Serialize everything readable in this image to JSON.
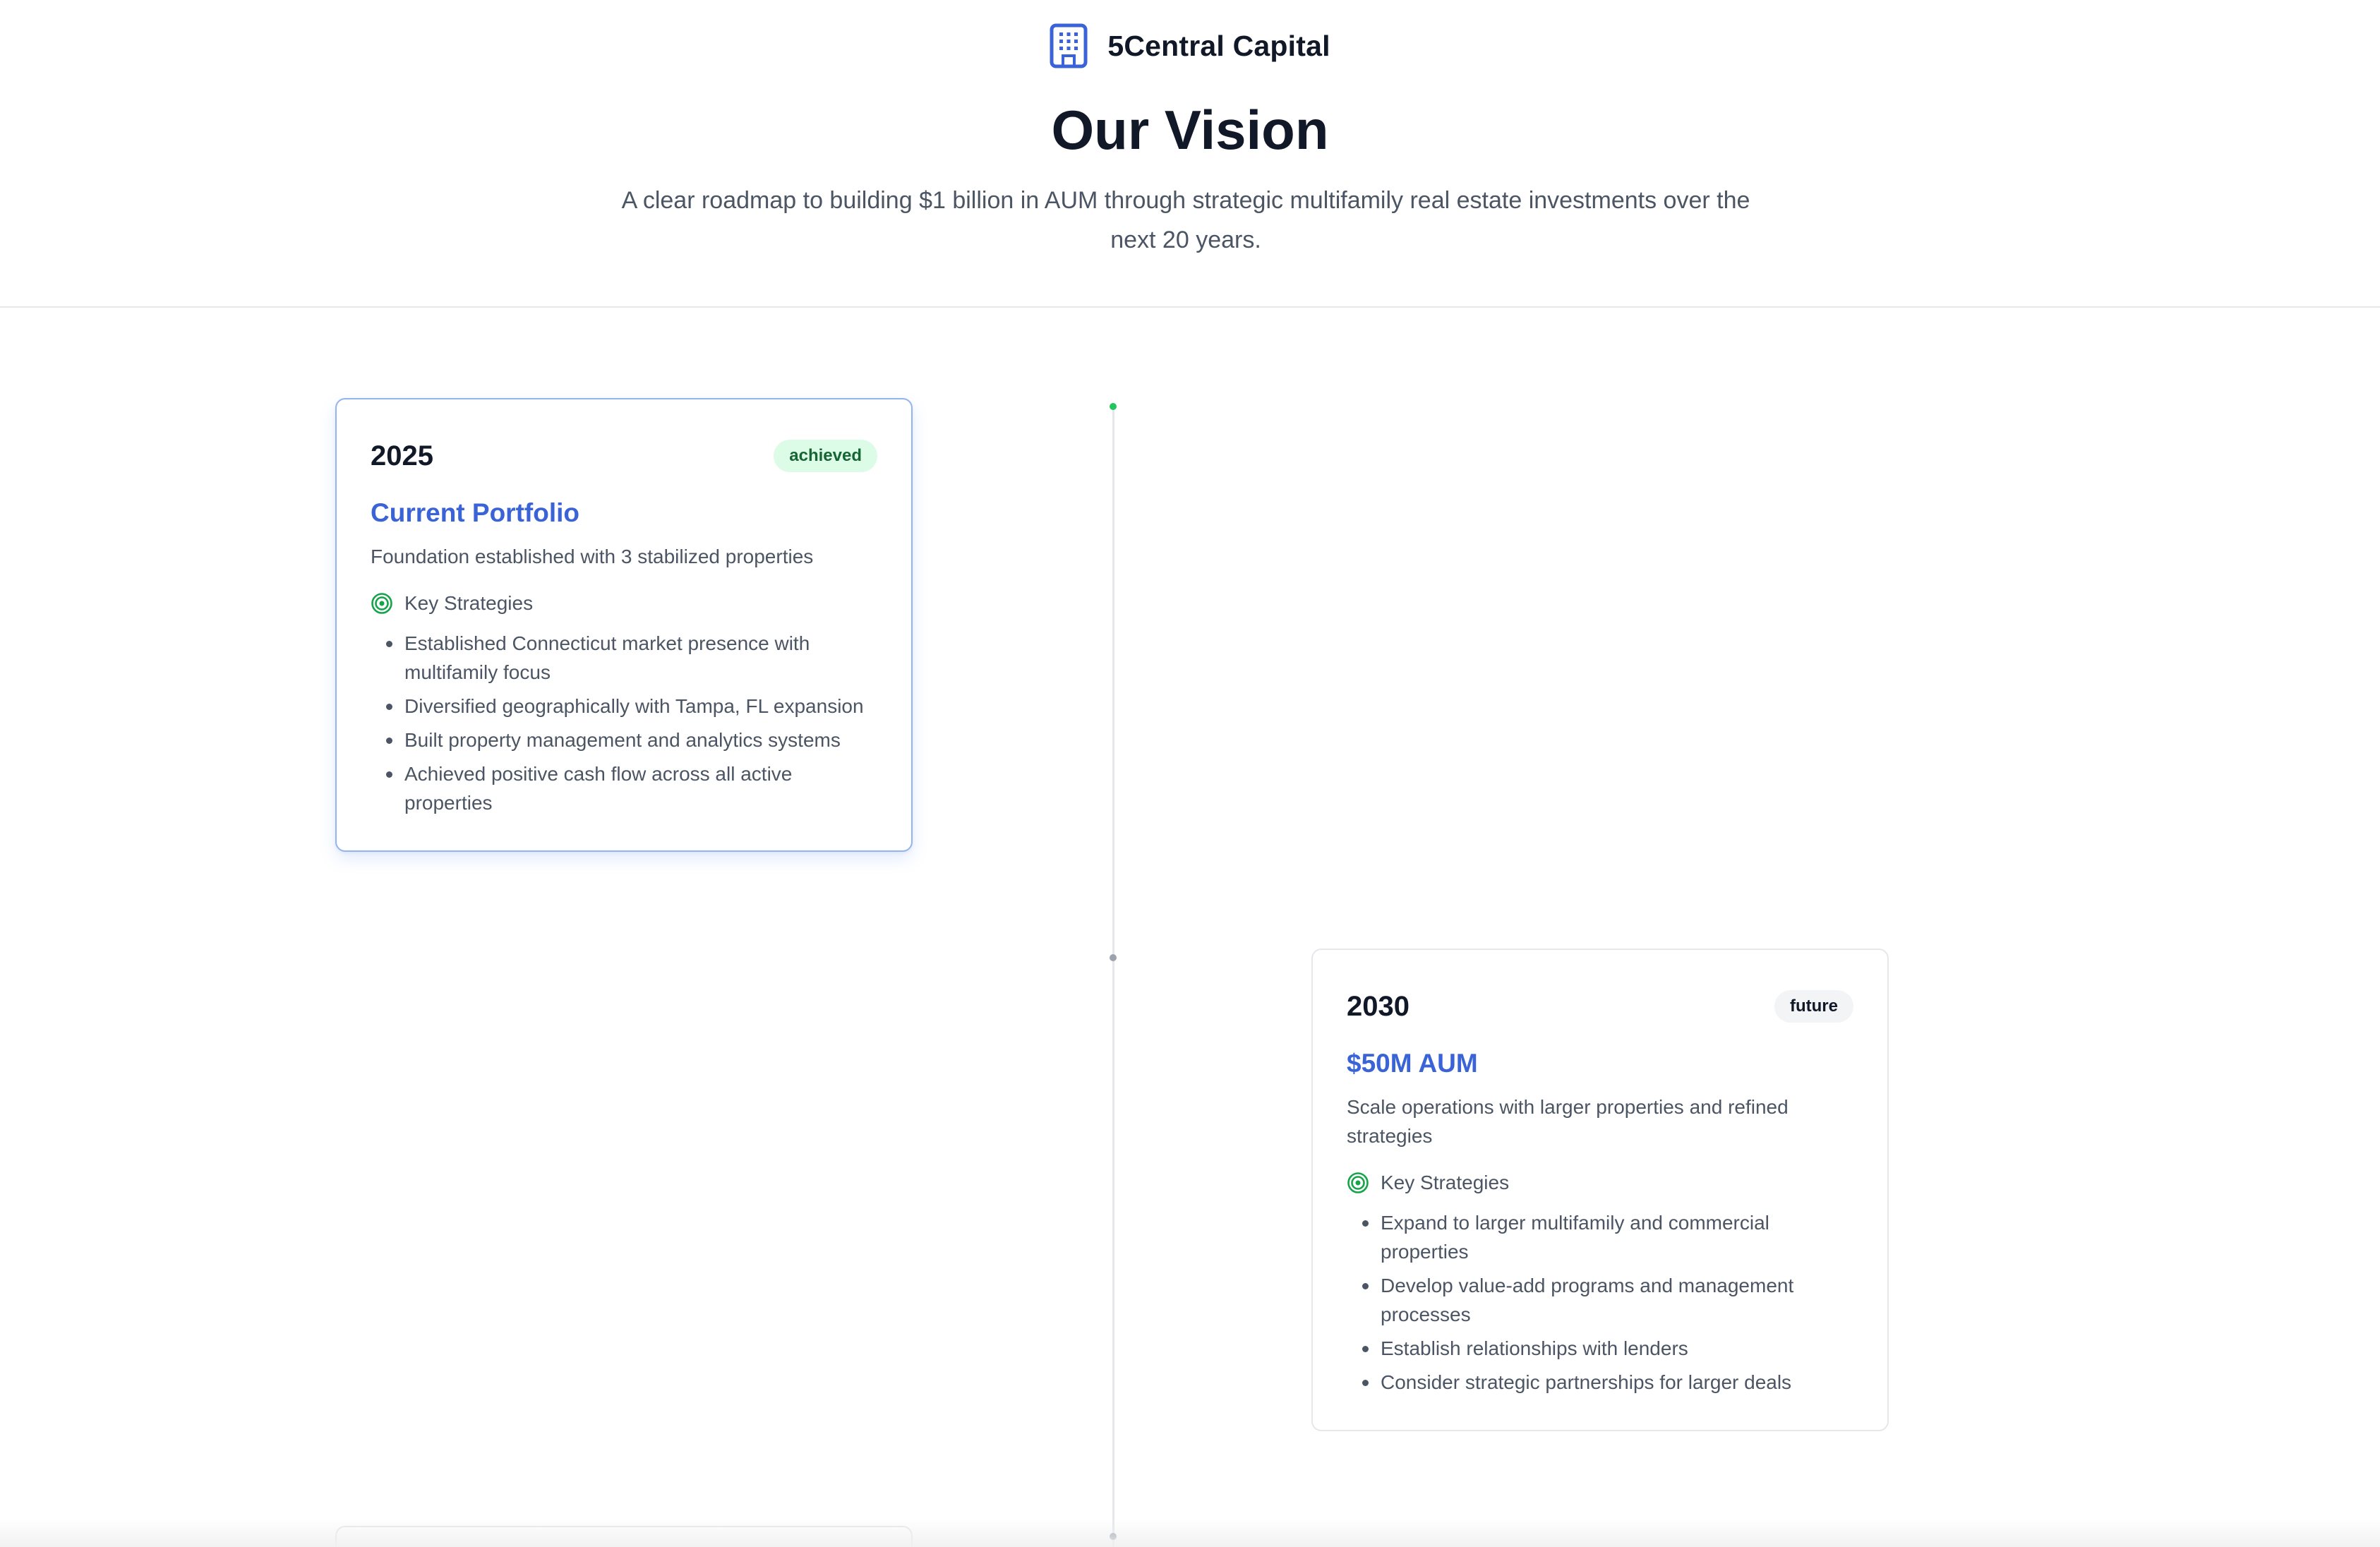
{
  "brand": {
    "name": "5Central Capital",
    "icon": "building-icon",
    "accent": "#3b63d8"
  },
  "hero": {
    "title": "Our Vision",
    "subtitle": "A clear roadmap to building $1 billion in AUM through strategic multifamily real estate investments over the next 20 years."
  },
  "timeline": [
    {
      "year": "2025",
      "status": "achieved",
      "title": "Current Portfolio",
      "description": "Foundation established with 3 stabilized properties",
      "strategies_label": "Key Strategies",
      "strategies": [
        "Established Connecticut market presence with multifamily focus",
        "Diversified geographically with Tampa, FL expansion",
        "Built property management and analytics systems",
        "Achieved positive cash flow across all active properties"
      ]
    },
    {
      "year": "2030",
      "status": "future",
      "title": "$50M AUM",
      "description": "Scale operations with larger properties and refined strategies",
      "strategies_label": "Key Strategies",
      "strategies": [
        "Expand to larger multifamily and commercial properties",
        "Develop value-add programs and management processes",
        "Establish relationships with lenders",
        "Consider strategic partnerships for larger deals"
      ]
    }
  ],
  "colors": {
    "achieved_badge_bg": "#dcfce7",
    "achieved_badge_text": "#166534",
    "future_badge_bg": "#f3f4f6",
    "milestone_title": "#3b63d8",
    "target_icon": "#16a34a"
  }
}
